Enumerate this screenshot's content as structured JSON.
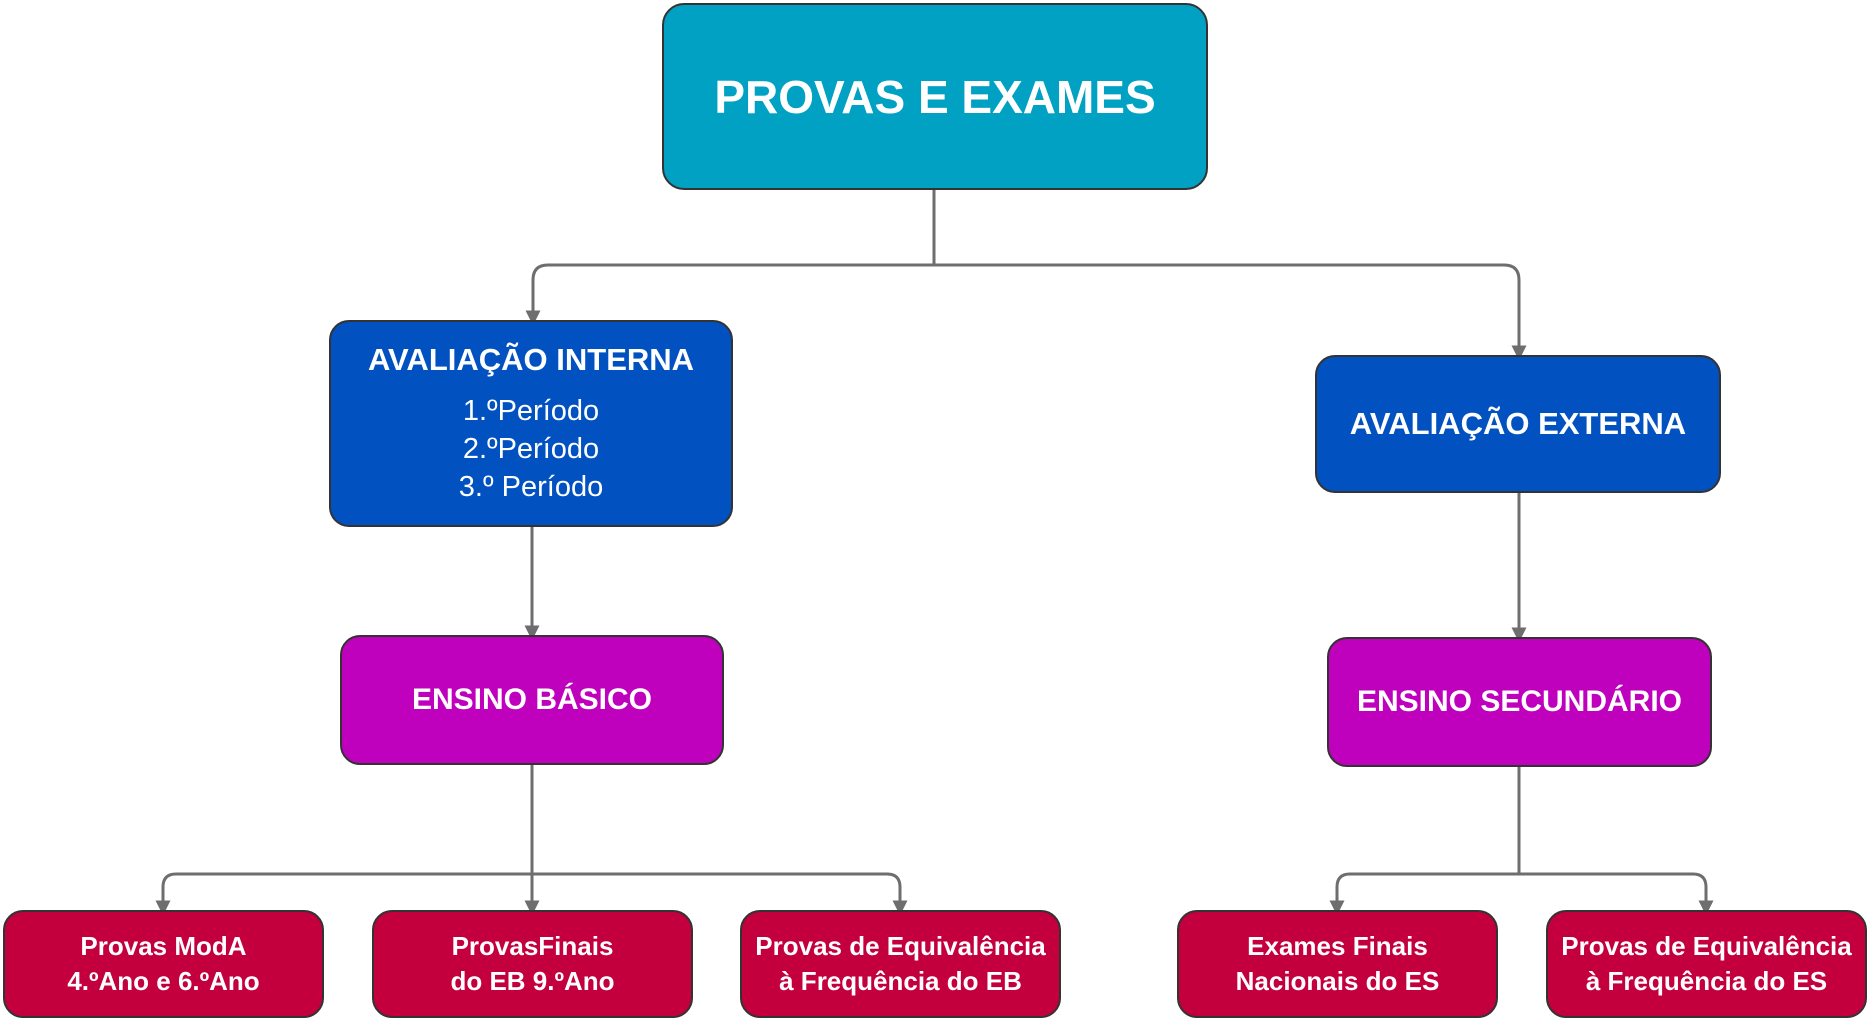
{
  "root": {
    "label": "PROVAS E EXAMES"
  },
  "avaliacao_interna": {
    "title": "AVALIAÇÃO INTERNA",
    "periods": [
      "1.ºPeríodo",
      "2.ºPeríodo",
      "3.º Período"
    ]
  },
  "avaliacao_externa": {
    "title": "AVALIAÇÃO EXTERNA"
  },
  "ensino_basico": {
    "title": "ENSINO BÁSICO"
  },
  "ensino_secundario": {
    "title": "ENSINO SECUNDÁRIO"
  },
  "basico_children": [
    {
      "line1": "Provas ModA",
      "line2": "4.ºAno e 6.ºAno"
    },
    {
      "line1": "ProvasFinais",
      "line2": "do EB 9.ºAno"
    },
    {
      "line1": "Provas de Equivalência",
      "line2": "à Frequência do EB"
    }
  ],
  "secundario_children": [
    {
      "line1": "Exames Finais",
      "line2": "Nacionais do ES"
    },
    {
      "line1": "Provas de Equivalência",
      "line2": "à Frequência do ES"
    }
  ],
  "colors": {
    "root": "#00a1c2",
    "level1": "#0151c1",
    "level2": "#bf00bd",
    "level3": "#c3003d",
    "connector": "#6e6e6e"
  }
}
